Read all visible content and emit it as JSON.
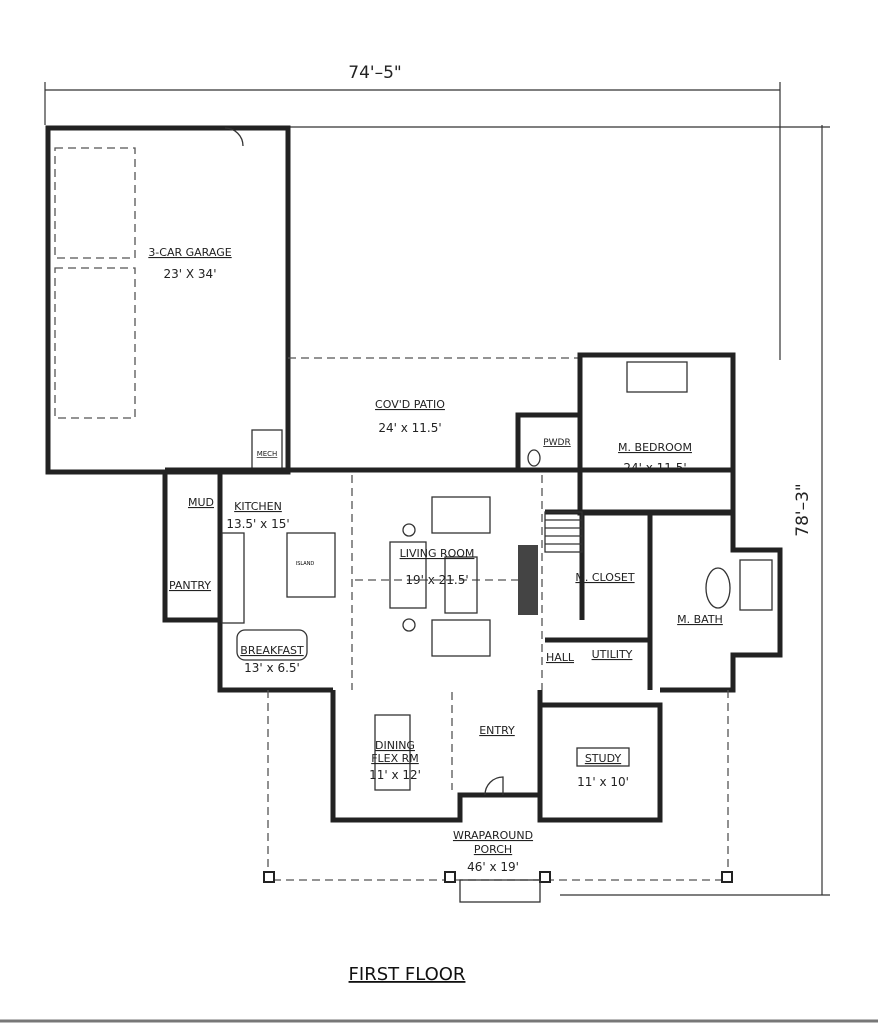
{
  "title": "FIRST FLOOR",
  "dimensions": {
    "width": "74'–5\"",
    "depth": "78'–3\""
  },
  "rooms": {
    "garage": {
      "name": "3-CAR GARAGE",
      "size": "23' X 34'"
    },
    "patio": {
      "name": "COV'D PATIO",
      "size": "24' x 11.5'"
    },
    "pwdr": {
      "name": "PWDR"
    },
    "bedroom": {
      "name": "M. BEDROOM",
      "size": "24' x 11.5'"
    },
    "mech": {
      "name": "MECH"
    },
    "mud": {
      "name": "MUD"
    },
    "pantry": {
      "name": "PANTRY"
    },
    "kitchen": {
      "name": "KITCHEN",
      "size": "13.5' x 15'"
    },
    "island": {
      "name": "ISLAND"
    },
    "living": {
      "name": "LIVING ROOM",
      "size": "19' x 21.5'"
    },
    "breakfast": {
      "name": "BREAKFAST",
      "size": "13' x 6.5'"
    },
    "closet": {
      "name": "M. CLOSET"
    },
    "bath": {
      "name": "M. BATH"
    },
    "hall": {
      "name": "HALL"
    },
    "utility": {
      "name": "UTILITY"
    },
    "dining": {
      "name_line1": "DINING",
      "name_line2": "FLEX RM",
      "size": "11' x 12'"
    },
    "entry": {
      "name": "ENTRY"
    },
    "study": {
      "name": "STUDY",
      "size": "11' x 10'"
    },
    "porch": {
      "name_line1": "WRAPAROUND",
      "name_line2": "PORCH",
      "size": "46' x 19'"
    }
  }
}
